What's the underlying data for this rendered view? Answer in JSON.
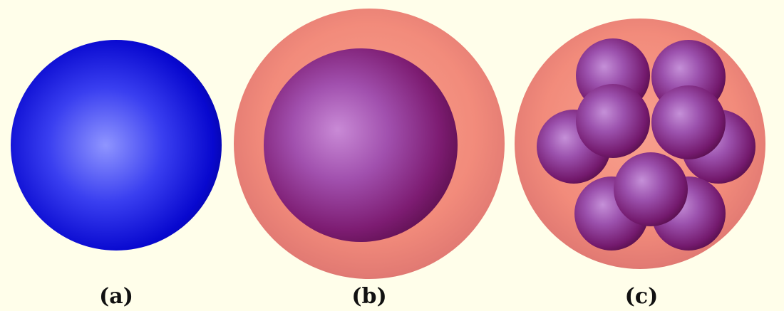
{
  "background": "#fffeea",
  "panels": [
    {
      "id": "a",
      "label": "(a)",
      "sphere_color": "#0a0ad8",
      "sphere_highlight": "#8f95ff"
    },
    {
      "id": "b",
      "label": "(b)",
      "shell_color": "#f08a7c",
      "core_color": "#8a1e7a",
      "core_highlight": "#c98ad6"
    },
    {
      "id": "c",
      "label": "(c)",
      "shell_color": "#f08a7c",
      "core_color": "#8a1e7a",
      "core_highlight": "#c98ad6",
      "sphere_count": 9
    }
  ]
}
